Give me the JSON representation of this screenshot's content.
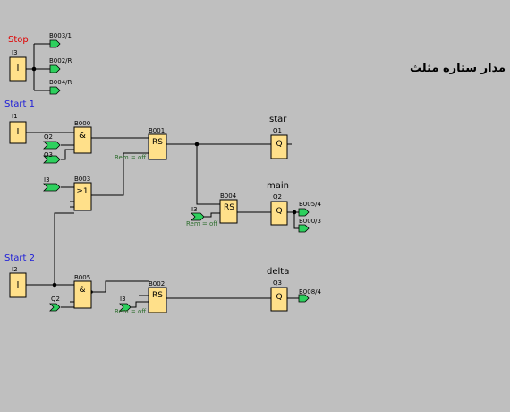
{
  "heading": "مدار ستاره مثلث",
  "inputs": {
    "stop": {
      "title": "Stop",
      "tag": "I3",
      "sym": "I"
    },
    "start1": {
      "title": "Start 1",
      "tag": "I1",
      "sym": "I"
    },
    "start2": {
      "title": "Start 2",
      "tag": "I2",
      "sym": "I"
    }
  },
  "blocks": {
    "b000": {
      "name": "B000",
      "sym": "&"
    },
    "b003": {
      "name": "B003",
      "sym": "≥1"
    },
    "b001": {
      "name": "B001",
      "sym": "RS",
      "rem": "Rem = off"
    },
    "b004": {
      "name": "B004",
      "sym": "RS",
      "rem": "Rem = off"
    },
    "b005": {
      "name": "B005",
      "sym": "&"
    },
    "b002": {
      "name": "B002",
      "sym": "RS",
      "rem": "Rem = off"
    }
  },
  "outputs": {
    "q1": {
      "title": "star",
      "tag": "Q1",
      "sym": "Q"
    },
    "q2": {
      "title": "main",
      "tag": "Q2",
      "sym": "Q"
    },
    "q3": {
      "title": "delta",
      "tag": "Q3",
      "sym": "Q"
    }
  },
  "flags": {
    "stop_1": "B003/1",
    "stop_2": "B002/R",
    "stop_3": "B004/R",
    "b000_in2": "Q2",
    "b000_in3": "Q3",
    "b003_in1": "I3",
    "b004_in": "I3",
    "b005_in": "Q2",
    "b002_in": "I3",
    "q2_out1": "B005/4",
    "q2_out2": "B000/3",
    "q3_out": "B008/4"
  }
}
